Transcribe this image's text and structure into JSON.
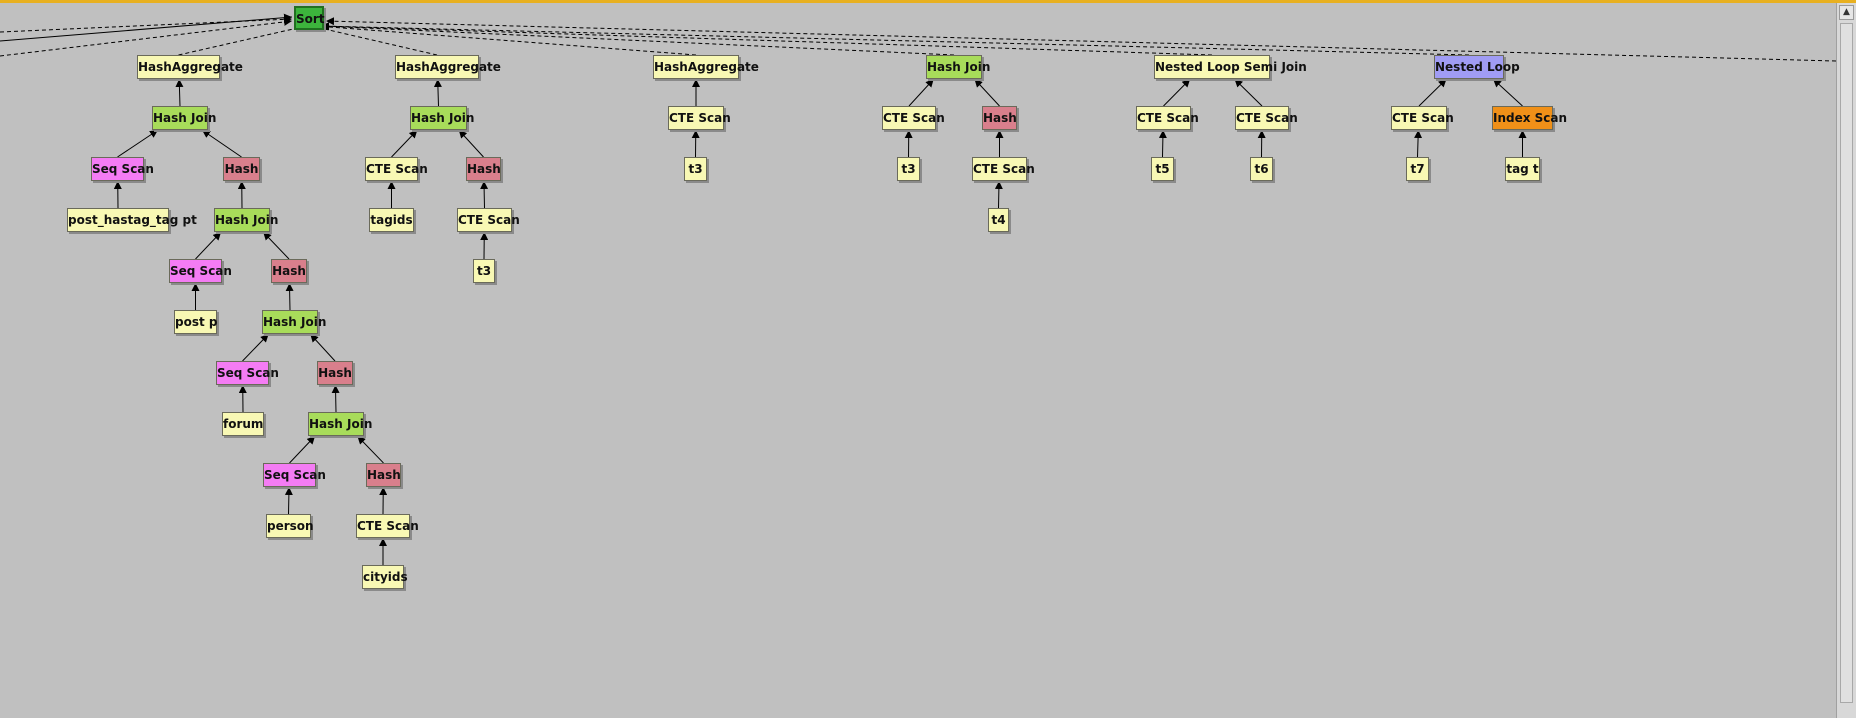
{
  "colors": {
    "sort": "#3cb43c",
    "join": "#a8dc5a",
    "seq_scan": "#f47cf4",
    "hash": "#d97f8c",
    "plain": "#f8f8b4",
    "nested_loop": "#a09cf4",
    "index_scan": "#f09018"
  },
  "scrollbar": {
    "up_glyph": "▲"
  },
  "nodes": [
    {
      "id": "sort",
      "label": "Sort",
      "type": "sort"
    },
    {
      "id": "ha1",
      "label": "HashAggregate",
      "type": "plain"
    },
    {
      "id": "hj1",
      "label": "Hash Join",
      "type": "join"
    },
    {
      "id": "ss1",
      "label": "Seq Scan",
      "type": "seq_scan"
    },
    {
      "id": "r_pht",
      "label": "post_hastag_tag pt",
      "type": "plain"
    },
    {
      "id": "h1",
      "label": "Hash",
      "type": "hash"
    },
    {
      "id": "hj2",
      "label": "Hash Join",
      "type": "join"
    },
    {
      "id": "ss2",
      "label": "Seq Scan",
      "type": "seq_scan"
    },
    {
      "id": "r_post",
      "label": "post p",
      "type": "plain"
    },
    {
      "id": "h2",
      "label": "Hash",
      "type": "hash"
    },
    {
      "id": "hj3",
      "label": "Hash Join",
      "type": "join"
    },
    {
      "id": "ss3",
      "label": "Seq Scan",
      "type": "seq_scan"
    },
    {
      "id": "r_forum",
      "label": "forum",
      "type": "plain"
    },
    {
      "id": "h3",
      "label": "Hash",
      "type": "hash"
    },
    {
      "id": "hj4",
      "label": "Hash Join",
      "type": "join"
    },
    {
      "id": "ss4",
      "label": "Seq Scan",
      "type": "seq_scan"
    },
    {
      "id": "r_person",
      "label": "person",
      "type": "plain"
    },
    {
      "id": "h4",
      "label": "Hash",
      "type": "hash"
    },
    {
      "id": "cte1",
      "label": "CTE Scan",
      "type": "plain"
    },
    {
      "id": "r_cityids",
      "label": "cityids",
      "type": "plain"
    },
    {
      "id": "ha2",
      "label": "HashAggregate",
      "type": "plain"
    },
    {
      "id": "hj5",
      "label": "Hash Join",
      "type": "join"
    },
    {
      "id": "cte2",
      "label": "CTE Scan",
      "type": "plain"
    },
    {
      "id": "r_tagids",
      "label": "tagids",
      "type": "plain"
    },
    {
      "id": "h5",
      "label": "Hash",
      "type": "hash"
    },
    {
      "id": "cte3",
      "label": "CTE Scan",
      "type": "plain"
    },
    {
      "id": "r_t3a",
      "label": "t3",
      "type": "plain"
    },
    {
      "id": "ha3",
      "label": "HashAggregate",
      "type": "plain"
    },
    {
      "id": "cte4",
      "label": "CTE Scan",
      "type": "plain"
    },
    {
      "id": "r_t3b",
      "label": "t3",
      "type": "plain"
    },
    {
      "id": "hj6",
      "label": "Hash Join",
      "type": "join"
    },
    {
      "id": "cte5",
      "label": "CTE Scan",
      "type": "plain"
    },
    {
      "id": "r_t3c",
      "label": "t3",
      "type": "plain"
    },
    {
      "id": "h6",
      "label": "Hash",
      "type": "hash"
    },
    {
      "id": "cte6",
      "label": "CTE Scan",
      "type": "plain"
    },
    {
      "id": "r_t4",
      "label": "t4",
      "type": "plain"
    },
    {
      "id": "nlsj",
      "label": "Nested Loop Semi Join",
      "type": "plain"
    },
    {
      "id": "cte7",
      "label": "CTE Scan",
      "type": "plain"
    },
    {
      "id": "r_t5",
      "label": "t5",
      "type": "plain"
    },
    {
      "id": "cte8",
      "label": "CTE Scan",
      "type": "plain"
    },
    {
      "id": "r_t6",
      "label": "t6",
      "type": "plain"
    },
    {
      "id": "nl",
      "label": "Nested Loop",
      "type": "nested_loop"
    },
    {
      "id": "cte9",
      "label": "CTE Scan",
      "type": "plain"
    },
    {
      "id": "r_t7",
      "label": "t7",
      "type": "plain"
    },
    {
      "id": "is1",
      "label": "Index Scan",
      "type": "index_scan"
    },
    {
      "id": "r_tagt",
      "label": "tag t",
      "type": "plain"
    }
  ],
  "edges": [
    {
      "from": "ha1",
      "to": "sort",
      "style": "dashed"
    },
    {
      "from": "ha2",
      "to": "sort",
      "style": "dashed"
    },
    {
      "from": "ha3",
      "to": "sort",
      "style": "dashed"
    },
    {
      "from": "hj6",
      "to": "sort",
      "style": "dashed"
    },
    {
      "from": "nlsj",
      "to": "sort",
      "style": "dashed"
    },
    {
      "from": "nl",
      "to": "sort",
      "style": "dashed"
    },
    {
      "from": "hj1",
      "to": "ha1"
    },
    {
      "from": "ss1",
      "to": "hj1"
    },
    {
      "from": "h1",
      "to": "hj1"
    },
    {
      "from": "r_pht",
      "to": "ss1"
    },
    {
      "from": "hj2",
      "to": "h1"
    },
    {
      "from": "ss2",
      "to": "hj2"
    },
    {
      "from": "h2",
      "to": "hj2"
    },
    {
      "from": "r_post",
      "to": "ss2"
    },
    {
      "from": "hj3",
      "to": "h2"
    },
    {
      "from": "ss3",
      "to": "hj3"
    },
    {
      "from": "h3",
      "to": "hj3"
    },
    {
      "from": "r_forum",
      "to": "ss3"
    },
    {
      "from": "hj4",
      "to": "h3"
    },
    {
      "from": "ss4",
      "to": "hj4"
    },
    {
      "from": "h4",
      "to": "hj4"
    },
    {
      "from": "r_person",
      "to": "ss4"
    },
    {
      "from": "cte1",
      "to": "h4"
    },
    {
      "from": "r_cityids",
      "to": "cte1"
    },
    {
      "from": "hj5",
      "to": "ha2"
    },
    {
      "from": "cte2",
      "to": "hj5"
    },
    {
      "from": "h5",
      "to": "hj5"
    },
    {
      "from": "r_tagids",
      "to": "cte2"
    },
    {
      "from": "cte3",
      "to": "h5"
    },
    {
      "from": "r_t3a",
      "to": "cte3"
    },
    {
      "from": "cte4",
      "to": "ha3"
    },
    {
      "from": "r_t3b",
      "to": "cte4"
    },
    {
      "from": "cte5",
      "to": "hj6"
    },
    {
      "from": "h6",
      "to": "hj6"
    },
    {
      "from": "r_t3c",
      "to": "cte5"
    },
    {
      "from": "cte6",
      "to": "h6"
    },
    {
      "from": "r_t4",
      "to": "cte6"
    },
    {
      "from": "cte7",
      "to": "nlsj"
    },
    {
      "from": "cte8",
      "to": "nlsj"
    },
    {
      "from": "r_t5",
      "to": "cte7"
    },
    {
      "from": "r_t6",
      "to": "cte8"
    },
    {
      "from": "cte9",
      "to": "nl"
    },
    {
      "from": "is1",
      "to": "nl"
    },
    {
      "from": "r_t7",
      "to": "cte9"
    },
    {
      "from": "r_tagt",
      "to": "is1"
    }
  ]
}
